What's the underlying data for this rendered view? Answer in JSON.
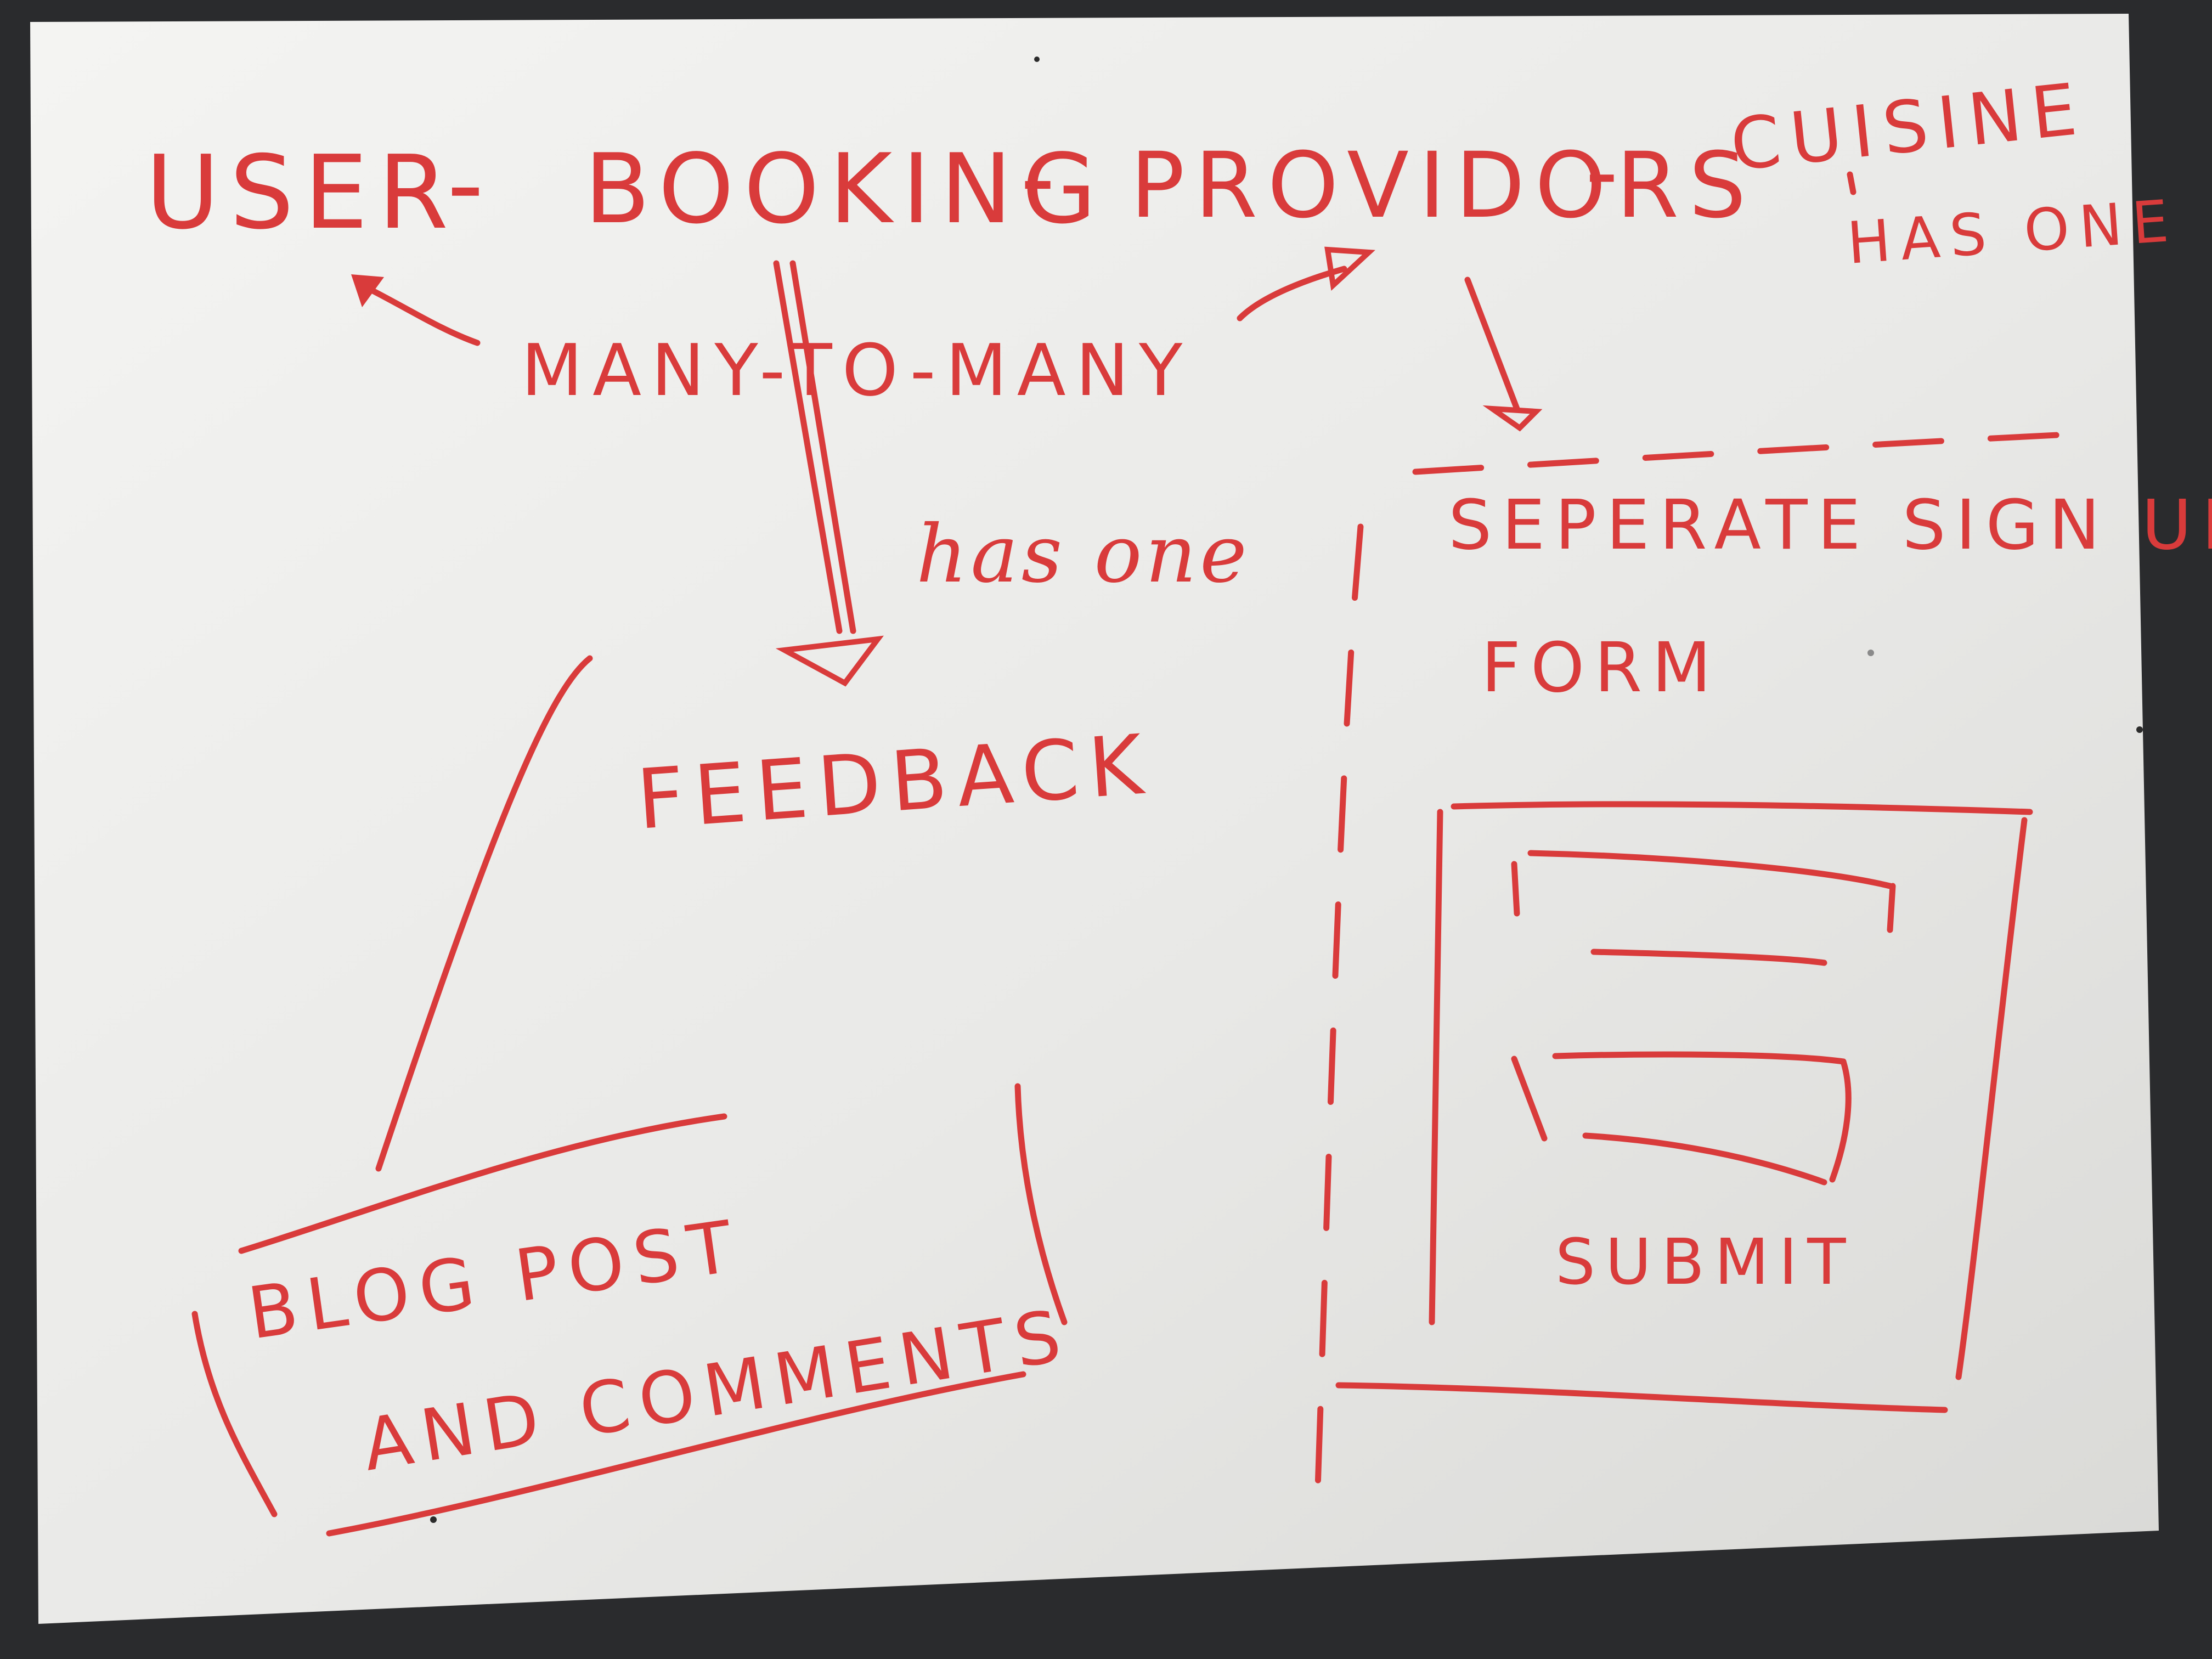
{
  "colors": {
    "marker": "#d93b3b",
    "board": "#ececea",
    "frame": "#2a2b2d"
  },
  "board": {
    "entities": {
      "user": "USER",
      "booking": "BOOKING",
      "providers": "PROVIDORS",
      "cuisine": "CUISINE",
      "feedback": "FEEDBACK"
    },
    "dashes": {
      "d1": "-",
      "d2": "-",
      "d3": "-"
    },
    "relations": {
      "many_to_many": "MANY-TO-MANY",
      "has_one_feedback": "has one",
      "has_one_cuisine": "HAS ONE"
    },
    "notes": {
      "signup_line1": "SEPERATE SIGN UP",
      "signup_line2": "FORM",
      "blog_line1": "BLOG POST",
      "blog_line2": "AND COMMENTS",
      "submit": "SUBMIT"
    }
  }
}
